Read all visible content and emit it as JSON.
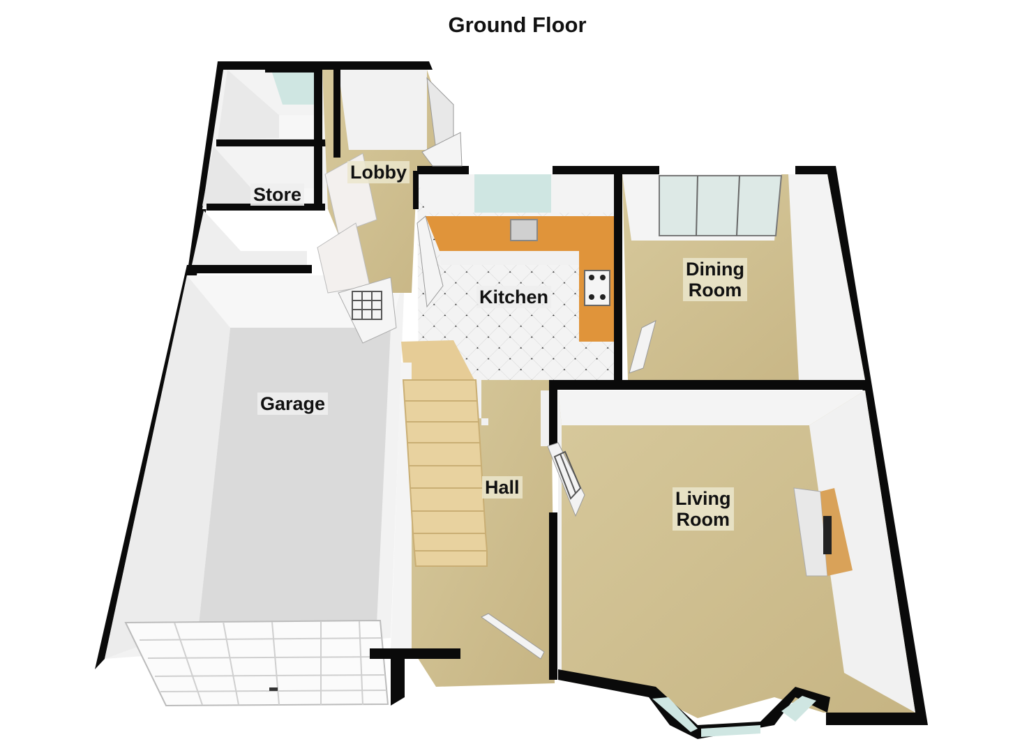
{
  "title": "Ground Floor",
  "rooms": {
    "lobby": "Lobby",
    "store": "Store",
    "kitchen": "Kitchen",
    "dining_line1": "Dining",
    "dining_line2": "Room",
    "garage": "Garage",
    "hall": "Hall",
    "living_line1": "Living",
    "living_line2": "Room"
  },
  "colors": {
    "wall": "#0a0a0a",
    "wall_face": "#f4f4f4",
    "carpet": "#c9b98c",
    "garage_floor": "#d8d8d8",
    "worktop": "#e0943a",
    "glass": "#cfe6e2"
  }
}
